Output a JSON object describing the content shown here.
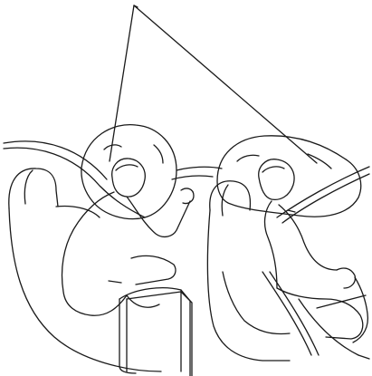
{
  "figure": {
    "kind": "airbag-deployment-line-drawing",
    "callout_count": 2,
    "occupants": [
      "driver",
      "front-passenger"
    ],
    "airbags_deployed": [
      "driver-airbag",
      "passenger-airbag"
    ],
    "stroke_color": "#1a1a1a",
    "background_color": "#ffffff"
  }
}
